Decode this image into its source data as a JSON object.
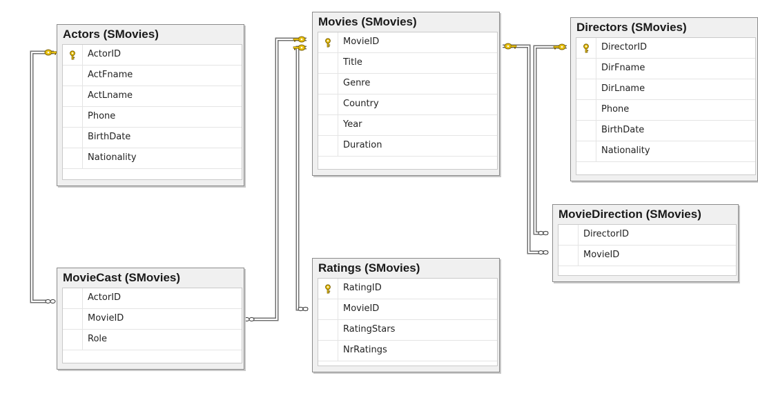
{
  "diagram": {
    "tables": [
      {
        "id": "actors",
        "title": "Actors (SMovies)",
        "columns": [
          {
            "name": "ActorID",
            "pk": true
          },
          {
            "name": "ActFname",
            "pk": false
          },
          {
            "name": "ActLname",
            "pk": false
          },
          {
            "name": "Phone",
            "pk": false
          },
          {
            "name": "BirthDate",
            "pk": false
          },
          {
            "name": "Nationality",
            "pk": false
          }
        ]
      },
      {
        "id": "movies",
        "title": "Movies (SMovies)",
        "columns": [
          {
            "name": "MovieID",
            "pk": true
          },
          {
            "name": "Title",
            "pk": false
          },
          {
            "name": "Genre",
            "pk": false
          },
          {
            "name": "Country",
            "pk": false
          },
          {
            "name": "Year",
            "pk": false
          },
          {
            "name": "Duration",
            "pk": false
          }
        ]
      },
      {
        "id": "directors",
        "title": "Directors (SMovies)",
        "columns": [
          {
            "name": "DirectorID",
            "pk": true
          },
          {
            "name": "DirFname",
            "pk": false
          },
          {
            "name": "DirLname",
            "pk": false
          },
          {
            "name": "Phone",
            "pk": false
          },
          {
            "name": "BirthDate",
            "pk": false
          },
          {
            "name": "Nationality",
            "pk": false
          }
        ]
      },
      {
        "id": "moviedirection",
        "title": "MovieDirection (SMovies)",
        "columns": [
          {
            "name": "DirectorID",
            "pk": false
          },
          {
            "name": "MovieID",
            "pk": false
          }
        ]
      },
      {
        "id": "moviecast",
        "title": "MovieCast (SMovies)",
        "columns": [
          {
            "name": "ActorID",
            "pk": false
          },
          {
            "name": "MovieID",
            "pk": false
          },
          {
            "name": "Role",
            "pk": false
          }
        ]
      },
      {
        "id": "ratings",
        "title": "Ratings (SMovies)",
        "columns": [
          {
            "name": "RatingID",
            "pk": true
          },
          {
            "name": "MovieID",
            "pk": false
          },
          {
            "name": "RatingStars",
            "pk": false
          },
          {
            "name": "NrRatings",
            "pk": false
          }
        ]
      }
    ],
    "relationships": [
      {
        "from": "actors",
        "to": "moviecast"
      },
      {
        "from": "movies",
        "to": "moviecast"
      },
      {
        "from": "movies",
        "to": "ratings"
      },
      {
        "from": "movies",
        "to": "moviedirection"
      },
      {
        "from": "directors",
        "to": "moviedirection"
      }
    ],
    "colors": {
      "key_icon": "#e8c010",
      "key_icon_outline": "#7a6000",
      "connector": "#707070",
      "table_frame": "#f0f0f0"
    }
  }
}
